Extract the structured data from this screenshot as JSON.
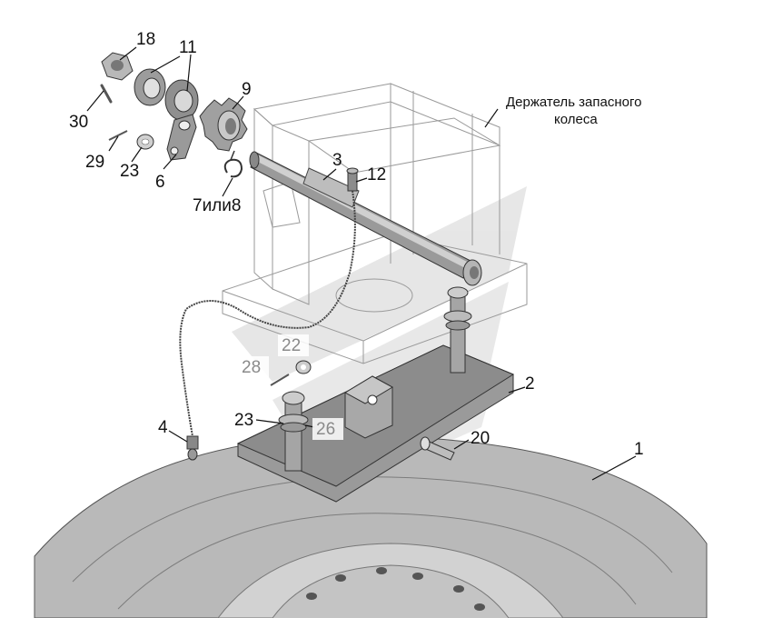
{
  "caption": {
    "line1": "Держатель запасного",
    "line2": "колеса"
  },
  "callouts": [
    {
      "id": "c18",
      "text": "18",
      "style": "black"
    },
    {
      "id": "c11",
      "text": "11",
      "style": "black"
    },
    {
      "id": "c9",
      "text": "9",
      "style": "black"
    },
    {
      "id": "c30",
      "text": "30",
      "style": "black"
    },
    {
      "id": "c29",
      "text": "29",
      "style": "black"
    },
    {
      "id": "c23a",
      "text": "23",
      "style": "black"
    },
    {
      "id": "c6",
      "text": "6",
      "style": "black"
    },
    {
      "id": "c7or8",
      "text": "7или8",
      "style": "black"
    },
    {
      "id": "c3",
      "text": "3",
      "style": "black"
    },
    {
      "id": "c12",
      "text": "12",
      "style": "black"
    },
    {
      "id": "c22",
      "text": "22",
      "style": "grey"
    },
    {
      "id": "c28",
      "text": "28",
      "style": "grey"
    },
    {
      "id": "c4",
      "text": "4",
      "style": "black"
    },
    {
      "id": "c23b",
      "text": "23",
      "style": "black"
    },
    {
      "id": "c26",
      "text": "26",
      "style": "grey"
    },
    {
      "id": "c2",
      "text": "2",
      "style": "black"
    },
    {
      "id": "c20",
      "text": "20",
      "style": "black"
    },
    {
      "id": "c1",
      "text": "1",
      "style": "black"
    }
  ],
  "colors": {
    "tire": "#b9b9b9",
    "plate": "#8c8c8c",
    "metal": "#a6a6a6",
    "watermark": "#e6e6e6"
  }
}
